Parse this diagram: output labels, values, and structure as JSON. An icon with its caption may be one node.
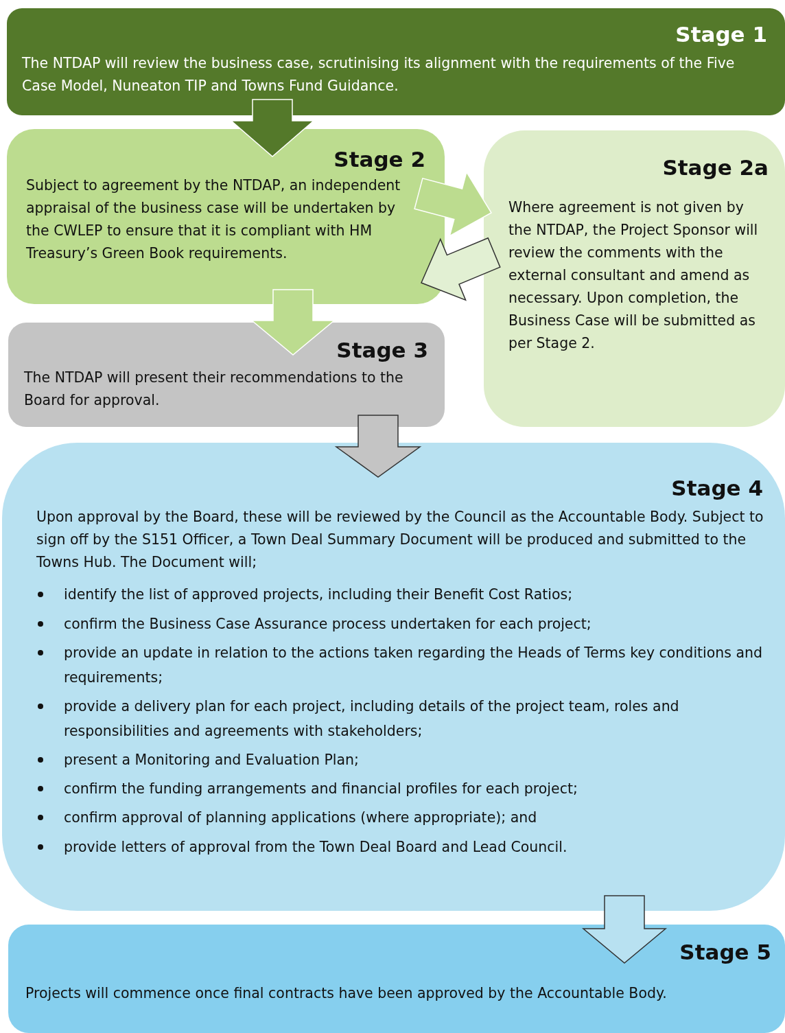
{
  "diagram": {
    "nodes": [
      {
        "text": [
          "Stage 1",
          "The NTDAP will review the business case, scrutinising its alignment with the requirements of the Five Case Model, Nuneaton TIP and Towns Fund Guidance."
        ]
      },
      {
        "text": [
          "Stage 2",
          "Subject to agreement by the NTDAP, an independent appraisal of the business case will be undertaken by the CWLEP to ensure that it is compliant with HM Treasury’s Green Book requirements."
        ]
      },
      {
        "text": [
          "Stage 2a",
          "Where agreement is not given by the NTDAP, the Project Sponsor will review the comments with the external consultant and amend as necessary.  Upon completion, the Business Case will be submitted as per Stage 2."
        ]
      },
      {
        "text": [
          "Stage 3",
          "The NTDAP will present their recommendations to the Board for approval."
        ]
      },
      {
        "text": [
          "Stage 4",
          "Upon approval by the Board, these will be reviewed by the Council as the Accountable Body.  Subject to sign off by the S151 Officer, a Town Deal Summary Document will be produced and submitted to the Towns Hub. The Document will;",
          "identify the list of approved projects, including their Benefit Cost Ratios;",
          "confirm the Business Case Assurance process undertaken for each project;",
          "provide an update in relation to the actions taken regarding the Heads of Terms key conditions and requirements;",
          "provide a delivery plan for each project, including details of the project team, roles and responsibilities and agreements with stakeholders;",
          "present a Monitoring and Evaluation Plan;",
          "confirm the funding arrangements and financial profiles for each project;",
          "confirm approval of planning applications (where appropriate); and",
          "provide letters of approval from the Town Deal Board and Lead Council."
        ]
      },
      {
        "text": [
          "Stage 5",
          "Projects will commence once final contracts have been approved by the Accountable Body."
        ]
      }
    ],
    "edges": [
      {
        "from": 0,
        "to": 1,
        "arrow": "to",
        "color": "#54792a"
      },
      {
        "from": 1,
        "to": 2,
        "arrow": "to",
        "color": "#bcdc8f"
      },
      {
        "from": 2,
        "to": 1,
        "arrow": "to",
        "color": "#e2f0d3"
      },
      {
        "from": 1,
        "to": 3,
        "arrow": "to",
        "color": "#bcdc8f"
      },
      {
        "from": 3,
        "to": 4,
        "arrow": "to",
        "color": "#c4c4c4"
      },
      {
        "from": 4,
        "to": 5,
        "arrow": "to",
        "color": "#b8e1f1"
      }
    ]
  }
}
